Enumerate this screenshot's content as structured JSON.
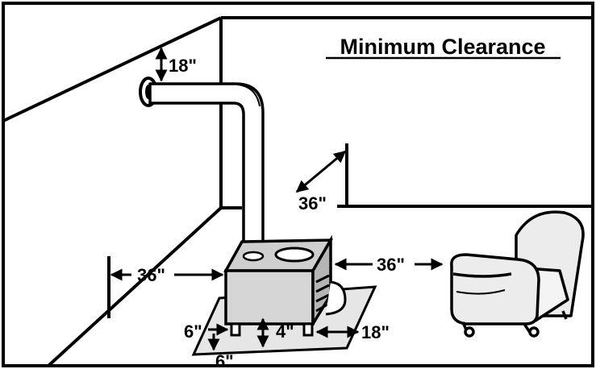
{
  "title": "Minimum Clearance",
  "labels": {
    "ceiling_clearance": "18\"",
    "rear_clearance": "36\"",
    "left_wall_clearance": "36\"",
    "right_clearance": "36\"",
    "front_floor_protection": "18\"",
    "leg_height": "4\"",
    "side_floor_protection": "6\"",
    "back_floor_protection": "6\""
  },
  "colors": {
    "ink": "#000000",
    "paper": "#ffffff",
    "stove_fill": "#cfcfcf",
    "pad_fill": "#e6e6e6",
    "chair_fill": "#ececec"
  }
}
